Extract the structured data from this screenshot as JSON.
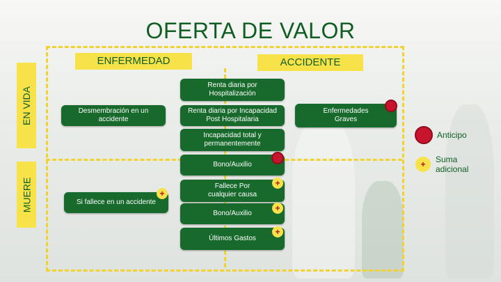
{
  "title": "OFERTA DE VALOR",
  "tabs": {
    "enfermedad": "ENFERMEDAD",
    "accidente": "ACCIDENTE"
  },
  "rows": {
    "en_vida": "EN VIDA",
    "muere": "MUERE"
  },
  "boxes": {
    "renta_hospitalizacion": "Renta diaria por Hospitalización",
    "desmembracion": "Desmembración en un accidente",
    "renta_incapacidad": "Renta diaria por Incapacidad Post Hospitalaria",
    "enfermedades_graves": "Enfermedades Graves",
    "incapacidad_total": "Incapacidad total y permanentemente",
    "bono_auxilio_1": "Bono/Auxilio",
    "fallece_accidente": "Si fallece en un accidente",
    "fallece_cualquier": "Fallece Por cualquier causa",
    "bono_auxilio_2": "Bono/Auxilio",
    "ultimos_gastos": "Últimos Gastos"
  },
  "plus_symbol": "+",
  "legend": {
    "anticipo": "Anticipo",
    "suma_adicional": "Suma adicional"
  },
  "colors": {
    "green": "#176a2c",
    "yellow": "#f7e24a",
    "red": "#c8142d"
  }
}
